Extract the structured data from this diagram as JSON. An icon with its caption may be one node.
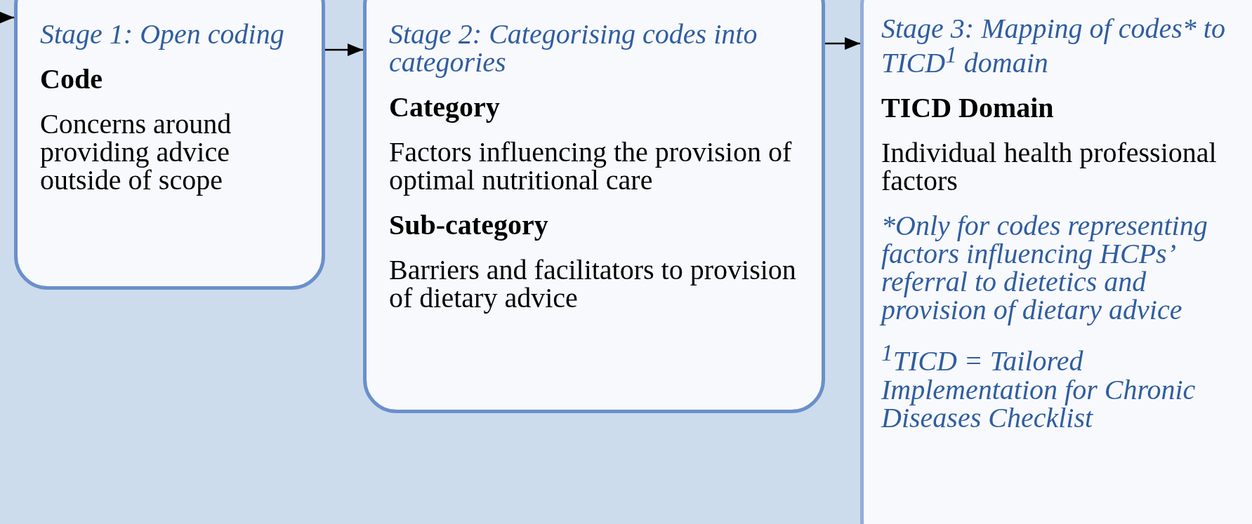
{
  "diagram": {
    "nodes": [
      {
        "text": [
          "Stage 1: Open coding",
          "Code",
          "Concerns around providing advice outside of scope"
        ]
      },
      {
        "text": [
          "Stage 2: Categorising codes into categories",
          "Category",
          "Factors influencing the provision of optimal nutritional care",
          "Sub-category",
          "Barriers and facilitators to provision of dietary advice"
        ]
      },
      {
        "text": [
          "Stage 3: Mapping of codes* to TICD$^{1}$ domain",
          "TICD Domain",
          "Individual health professional factors",
          "*Only for codes representing factors influencing HCPs’ referral to dietetics and provision of dietary advice",
          "$^{1}$TICD = Tailored Implementation for Chronic Diseases Checklist"
        ]
      }
    ],
    "edges": [
      {
        "from": null,
        "to": 0,
        "arrow": "to"
      },
      {
        "from": 0,
        "to": 1,
        "arrow": "to"
      },
      {
        "from": 1,
        "to": 2,
        "arrow": "to"
      }
    ]
  }
}
